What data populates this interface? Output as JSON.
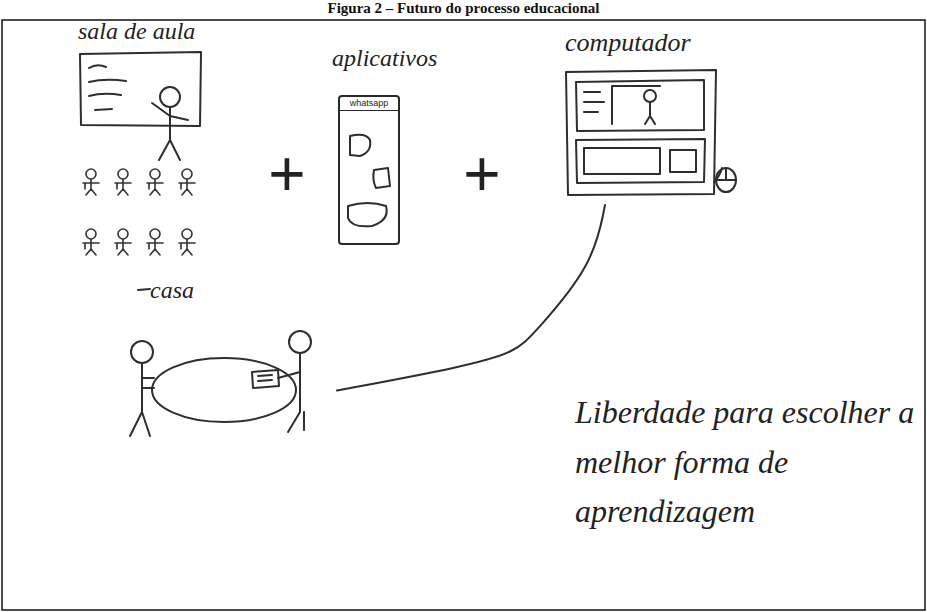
{
  "diagram": {
    "title": "Figura 2 – Futuro do processo educacional",
    "nodes": [
      {
        "text": [
          "sala de aula"
        ]
      },
      {
        "text": [
          "aplicativos",
          "whatsapp"
        ]
      },
      {
        "text": [
          "computador"
        ]
      },
      {
        "text": [
          "casa"
        ]
      }
    ],
    "edges": [
      {
        "from": 2,
        "to": 3,
        "arrow": "none"
      }
    ],
    "labels": [
      "+",
      "+",
      "Liberdade para escolher a melhor forma de aprendizagem"
    ]
  }
}
